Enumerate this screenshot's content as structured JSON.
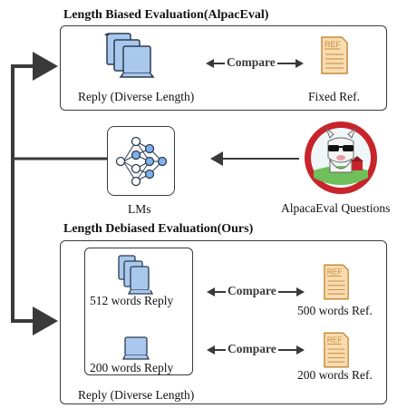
{
  "top": {
    "title": "Length Biased Evaluation(AlpacEval)",
    "reply_label": "Reply (Diverse Length)",
    "compare_label": "Compare",
    "ref_label": "Fixed Ref.",
    "ref_icon_text": "REF"
  },
  "middle": {
    "lms_label": "LMs",
    "questions_label": "AlpacaEval Questions"
  },
  "bottom": {
    "title": "Length Debiased Evaluation(Ours)",
    "inner_label": "Reply (Diverse Length)",
    "rows": [
      {
        "reply_label": "512 words Reply",
        "compare_label": "Compare",
        "ref_label": "500 words Ref.",
        "ref_icon_text": "REF"
      },
      {
        "reply_label": "200 words Reply",
        "compare_label": "Compare",
        "ref_label": "200 words Ref.",
        "ref_icon_text": "REF"
      }
    ]
  },
  "colors": {
    "line": "#3a3a3a",
    "doc_blue": "#a9c8ec",
    "doc_outline": "#2b3a52",
    "ref_fill": "#f7dcb0",
    "ref_stroke": "#c98a3a",
    "node_blue": "#7fb0e8",
    "badge_red": "#c8242b"
  }
}
